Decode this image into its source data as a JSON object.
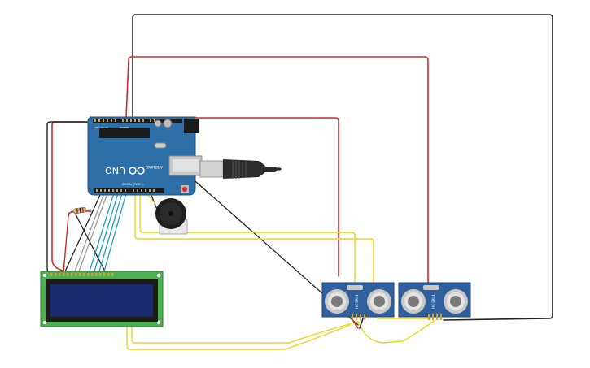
{
  "board": {
    "model_label": "UNO",
    "brand_label": "ARDUINO",
    "digital_label": "DIGITAL (PWM~)",
    "power_label": "POWER",
    "analog_label": "ANALOG IN"
  },
  "sensors": [
    {
      "label": "HC-SR04"
    },
    {
      "label": "HC-SR04"
    }
  ],
  "colors": {
    "board": "#2f6fa8",
    "sensor": "#2f5f9c",
    "lcd_pcb": "#4caf50",
    "lcd_screen": "#1a2a6e",
    "wire_red": "#d62728",
    "wire_black": "#222222",
    "wire_yellow": "#f2d31b",
    "wire_blue": "#1f9ec9",
    "wire_gray": "#9a9a9a"
  }
}
